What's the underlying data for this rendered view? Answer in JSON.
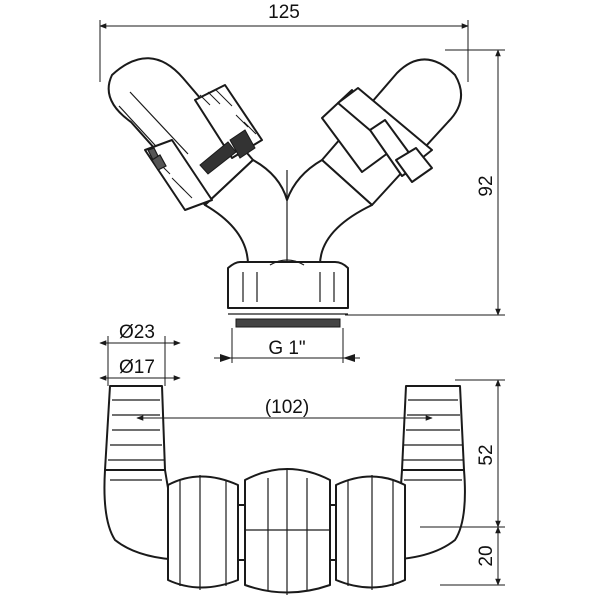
{
  "dimensions": {
    "overall_width": "125",
    "height_top": "92",
    "thread": "G 1\"",
    "outer_diameter": "Ø23",
    "inner_diameter": "Ø17",
    "spacing": "(102)",
    "height_nozzle": "52",
    "height_base": "20"
  }
}
